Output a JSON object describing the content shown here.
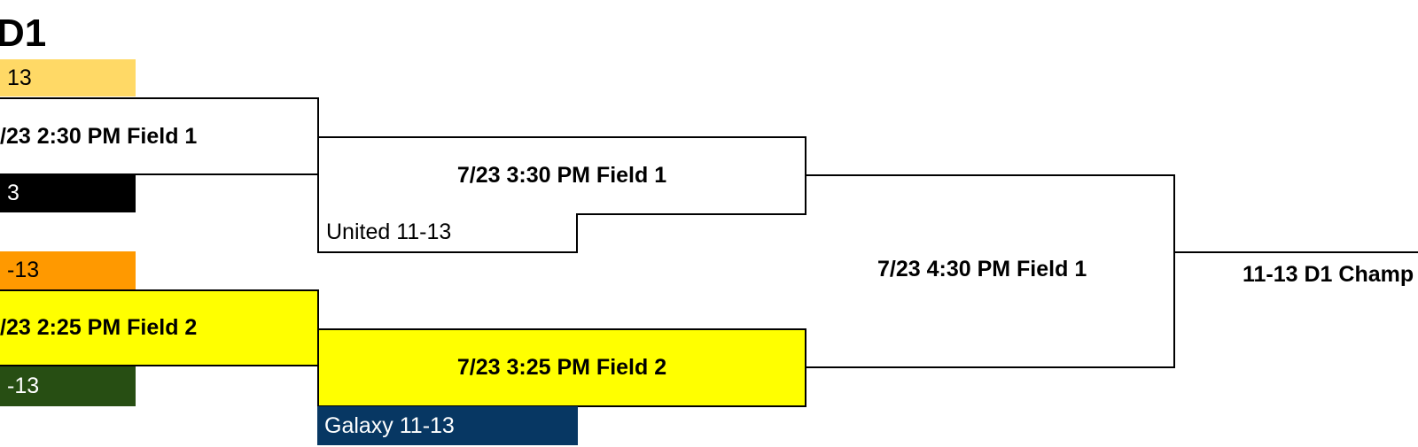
{
  "bracket": {
    "title": "D1",
    "round1": [
      {
        "top_team": "13",
        "top_color": "#FFD966",
        "game": "/23 2:30 PM Field 1",
        "game_color": "#FFFFFF",
        "bottom_team": "3",
        "bottom_color": "#000000",
        "bottom_text_color": "#FFFFFF"
      },
      {
        "top_team": "-13",
        "top_color": "#FF9900",
        "game": "/23 2:25 PM Field 2",
        "game_color": "#FFFF00",
        "bottom_team": "-13",
        "bottom_color": "#274E13",
        "bottom_text_color": "#FFFFFF"
      }
    ],
    "round2": [
      {
        "game": "7/23 3:30 PM Field 1",
        "game_color": "#FFFFFF",
        "bye_team": "United 11-13",
        "bye_color": "#FFFFFF",
        "bye_text_color": "#000000"
      },
      {
        "game": "7/23 3:25 PM Field 2",
        "game_color": "#FFFF00",
        "bye_team": "Galaxy 11-13",
        "bye_color": "#073763",
        "bye_text_color": "#FFFFFF"
      }
    ],
    "final": {
      "game": "7/23 4:30 PM Field 1"
    },
    "champion": {
      "label": "11-13 D1 Champ"
    }
  }
}
